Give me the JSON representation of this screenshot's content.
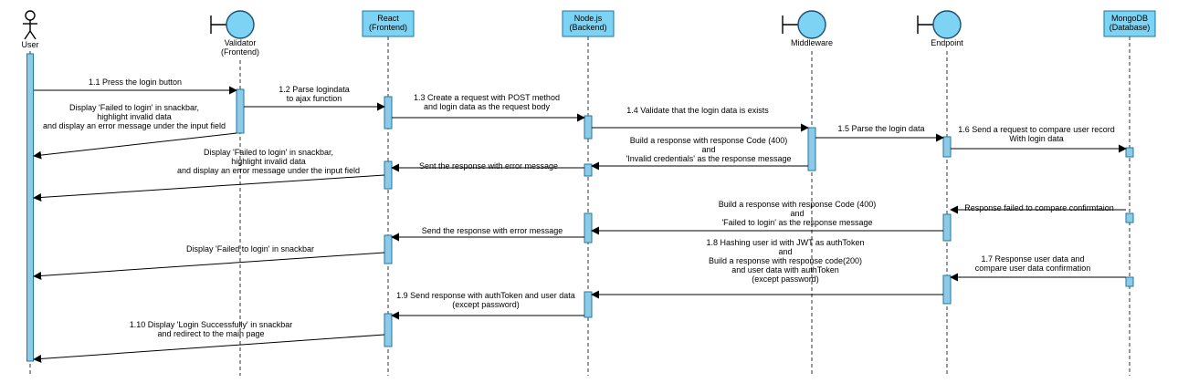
{
  "participants": [
    {
      "id": "user",
      "kind": "actor",
      "label_lines": [
        "User"
      ]
    },
    {
      "id": "validator",
      "kind": "boundary",
      "label_lines": [
        "Validator",
        "(Frontend)"
      ]
    },
    {
      "id": "react",
      "kind": "box",
      "label_lines": [
        "React",
        "(Frontend)"
      ]
    },
    {
      "id": "node",
      "kind": "box",
      "label_lines": [
        "Node.js",
        "(Backend)"
      ]
    },
    {
      "id": "middleware",
      "kind": "boundary",
      "label_lines": [
        "Middleware"
      ]
    },
    {
      "id": "endpoint",
      "kind": "boundary",
      "label_lines": [
        "Endpoint"
      ]
    },
    {
      "id": "mongo",
      "kind": "box",
      "label_lines": [
        "MongoDB",
        "(Database)"
      ]
    }
  ],
  "messages": [
    {
      "from": "user",
      "to": "validator",
      "label_lines": [
        "1.1 Press the login button"
      ]
    },
    {
      "from": "validator",
      "to": "react",
      "label_lines": [
        "1.2 Parse logindata",
        "to ajax function"
      ]
    },
    {
      "from": "validator",
      "to": "user",
      "label_lines": [
        "Display 'Failed to login' in snackbar,",
        "highlight invalid data",
        "and display an error message under the input field"
      ]
    },
    {
      "from": "react",
      "to": "node",
      "label_lines": [
        "1.3 Create a request with POST method",
        "and login data as the request body"
      ]
    },
    {
      "from": "node",
      "to": "middleware",
      "label_lines": [
        "1.4 Validate that the login data is exists"
      ]
    },
    {
      "from": "middleware",
      "to": "endpoint",
      "label_lines": [
        "1.5 Parse the login data"
      ]
    },
    {
      "from": "endpoint",
      "to": "mongo",
      "label_lines": [
        "1.6 Send a request to compare user record",
        "With login data"
      ]
    },
    {
      "from": "middleware",
      "to": "node",
      "label_lines": [
        "Build a response with response Code (400)",
        "and",
        "'Invalid credentials' as the response message"
      ]
    },
    {
      "from": "react",
      "to": "user",
      "label_lines": [
        "Display 'Failed to login' in snackbar,",
        "highlight invalid data",
        "and display an error message under the input field"
      ]
    },
    {
      "from": "node",
      "to": "react",
      "label_lines": [
        "Sent the response with error message"
      ]
    },
    {
      "from": "mongo",
      "to": "endpoint",
      "label_lines": [
        "Response failed to compare confirmtaion"
      ]
    },
    {
      "from": "endpoint",
      "to": "node",
      "label_lines": [
        "Build a response with response Code (400)",
        "and",
        "'Failed to login' as the response message"
      ]
    },
    {
      "from": "node",
      "to": "react",
      "label_lines": [
        "Send the response with error message"
      ]
    },
    {
      "from": "react",
      "to": "user",
      "label_lines": [
        "Display 'Failed to login' in snackbar"
      ]
    },
    {
      "from": "mongo",
      "to": "endpoint",
      "label_lines": [
        "1.7 Response user data and",
        "compare user data confirmation"
      ]
    },
    {
      "from": "endpoint",
      "to": "node",
      "label_lines": [
        "1.8 Hashing user id with JWT as authToken",
        "and",
        "Build a response with response code(200)",
        "and user data with authToken",
        "(except password)"
      ]
    },
    {
      "from": "node",
      "to": "react",
      "label_lines": [
        "1.9 Send response with authToken and user data",
        "(except password)"
      ]
    },
    {
      "from": "react",
      "to": "user",
      "label_lines": [
        "1.10 Display 'Login Successfully' in snackbar",
        "and redirect to the main page"
      ]
    }
  ],
  "colors": {
    "fill": "#7dd3f3",
    "activation": "#8ecae6",
    "stroke": "#1b7aa6",
    "circle_stroke": "#1b4f72"
  }
}
